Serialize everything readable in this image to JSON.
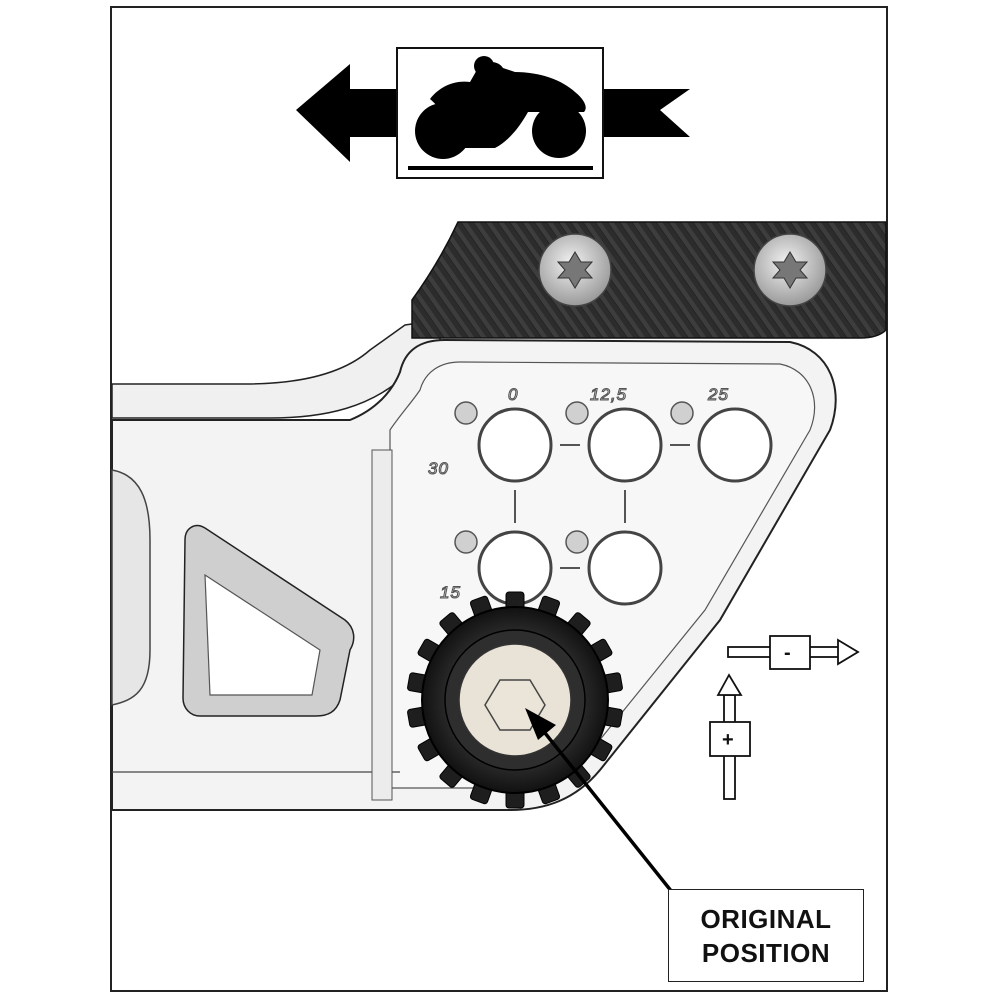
{
  "adjustment_labels": {
    "top_left": "0",
    "top_middle": "12,5",
    "top_right": "25",
    "left_upper": "30",
    "left_lower": "15"
  },
  "indicators": {
    "minus_sign": "-",
    "plus_sign": "+"
  },
  "callout": {
    "line1": "ORIGINAL",
    "line2": "POSITION"
  },
  "icons": {
    "direction": "left-arrow-icon",
    "vehicle": "motorcycle-icon",
    "fastener": "torx-screw-icon"
  },
  "colors": {
    "carbon": "#2a2a2a",
    "plate": "#f3f3f3",
    "outline": "#111111"
  }
}
